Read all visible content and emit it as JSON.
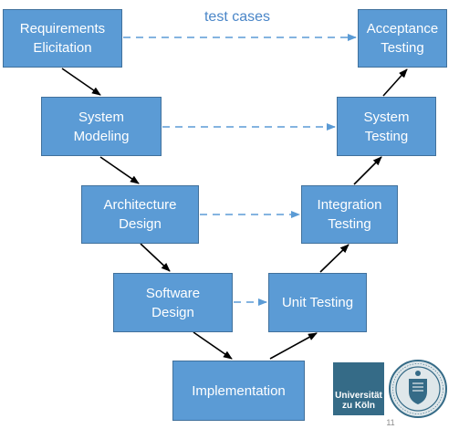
{
  "diagram": {
    "caption": "test cases",
    "left_branch": [
      {
        "line1": "Requirements",
        "line2": "Elicitation"
      },
      {
        "line1": "System",
        "line2": "Modeling"
      },
      {
        "line1": "Architecture",
        "line2": "Design"
      },
      {
        "line1": "Software",
        "line2": "Design"
      }
    ],
    "bottom": {
      "label": "Implementation"
    },
    "right_branch": [
      {
        "line1": "Acceptance",
        "line2": "Testing"
      },
      {
        "line1": "System",
        "line2": "Testing"
      },
      {
        "line1": "Integration",
        "line2": "Testing"
      },
      {
        "line1": "Unit Testing",
        "line2": ""
      }
    ]
  },
  "logo": {
    "line1": "Universität",
    "line2": "zu Köln"
  },
  "page_number": "11",
  "colors": {
    "box_fill": "#5b9bd5",
    "box_border": "#41719c",
    "dashed_arrow": "#5b9bd5",
    "solid_arrow": "#000000",
    "logo": "#356b87"
  }
}
